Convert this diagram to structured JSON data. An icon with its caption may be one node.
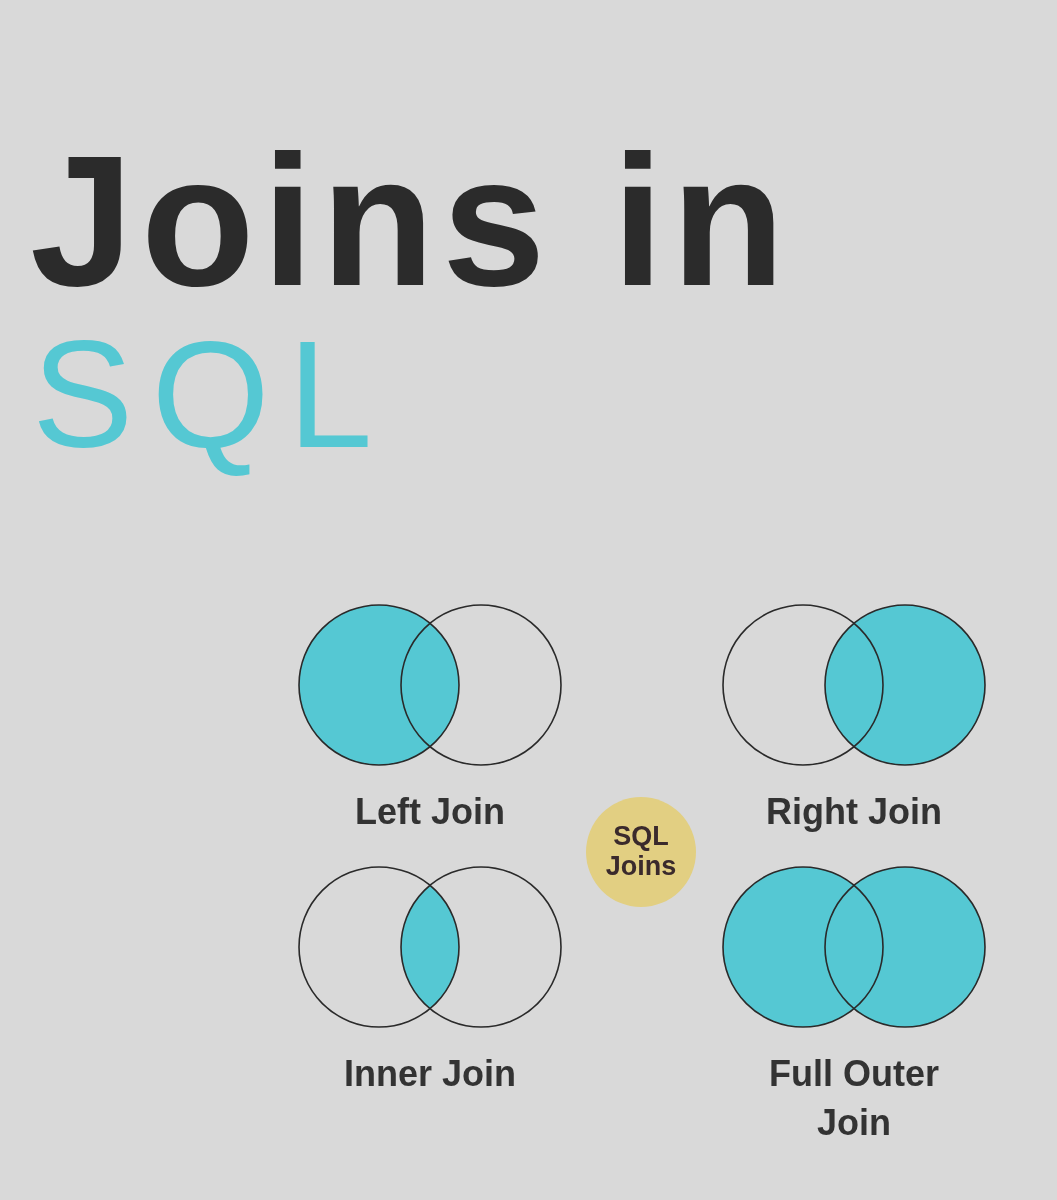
{
  "diagram": {
    "title": "Joins in",
    "nodes": [
      {
        "text": [
          "Left Join"
        ]
      },
      {
        "text": [
          "Right Join"
        ]
      },
      {
        "text": [
          "SQL Joins"
        ]
      },
      {
        "text": [
          "Inner Join"
        ]
      },
      {
        "text": [
          "Full Outer Join"
        ]
      }
    ],
    "labels": [
      "SQL"
    ]
  }
}
